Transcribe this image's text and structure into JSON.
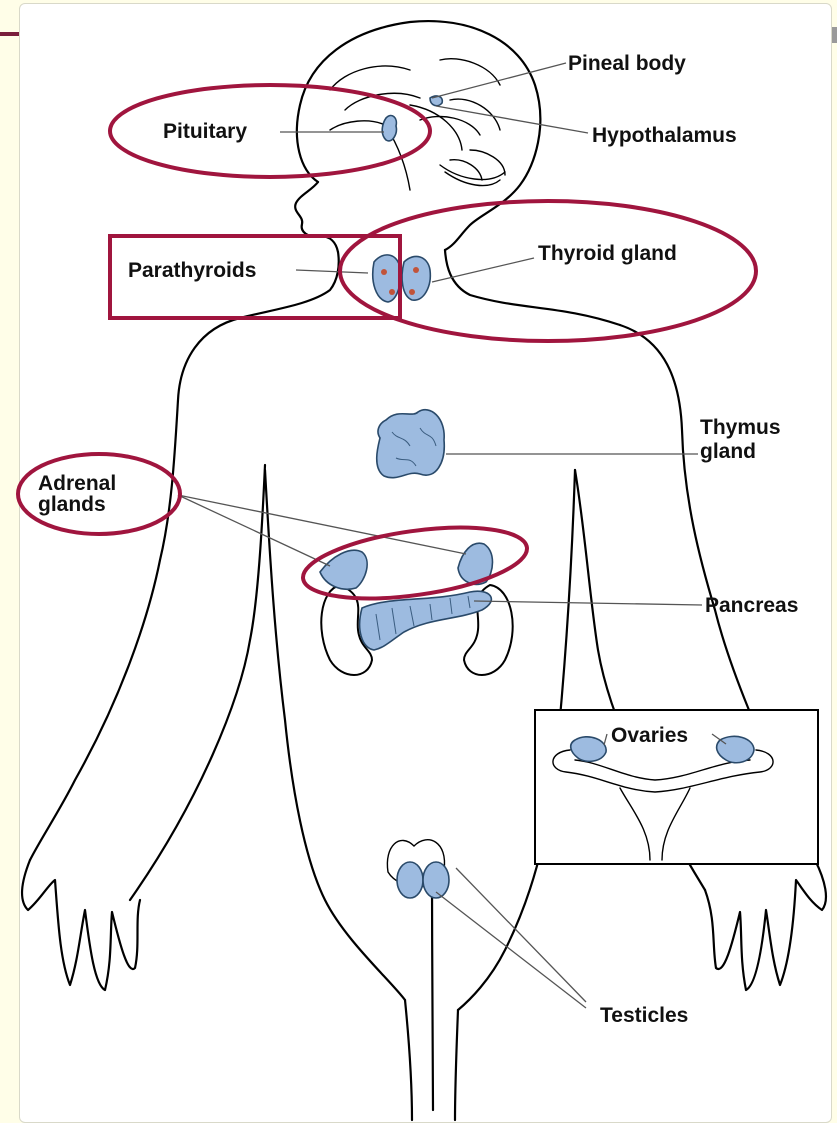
{
  "labels": {
    "pineal": "Pineal body",
    "pituitary": "Pituitary",
    "hypothalamus": "Hypothalamus",
    "parathyroids": "Parathyroids",
    "thyroid": "Thyroid gland",
    "thymus_line1": "Thymus",
    "thymus_line2": "gland",
    "adrenal_line1": "Adrenal",
    "adrenal_line2": "glands",
    "pancreas": "Pancreas",
    "ovaries": "Ovaries",
    "testicles": "Testicles"
  },
  "colors": {
    "highlight": "#a0153e",
    "gland_fill": "#9dbbe0",
    "background": "#fffee8",
    "accent_bar": "#7a1f3b"
  }
}
